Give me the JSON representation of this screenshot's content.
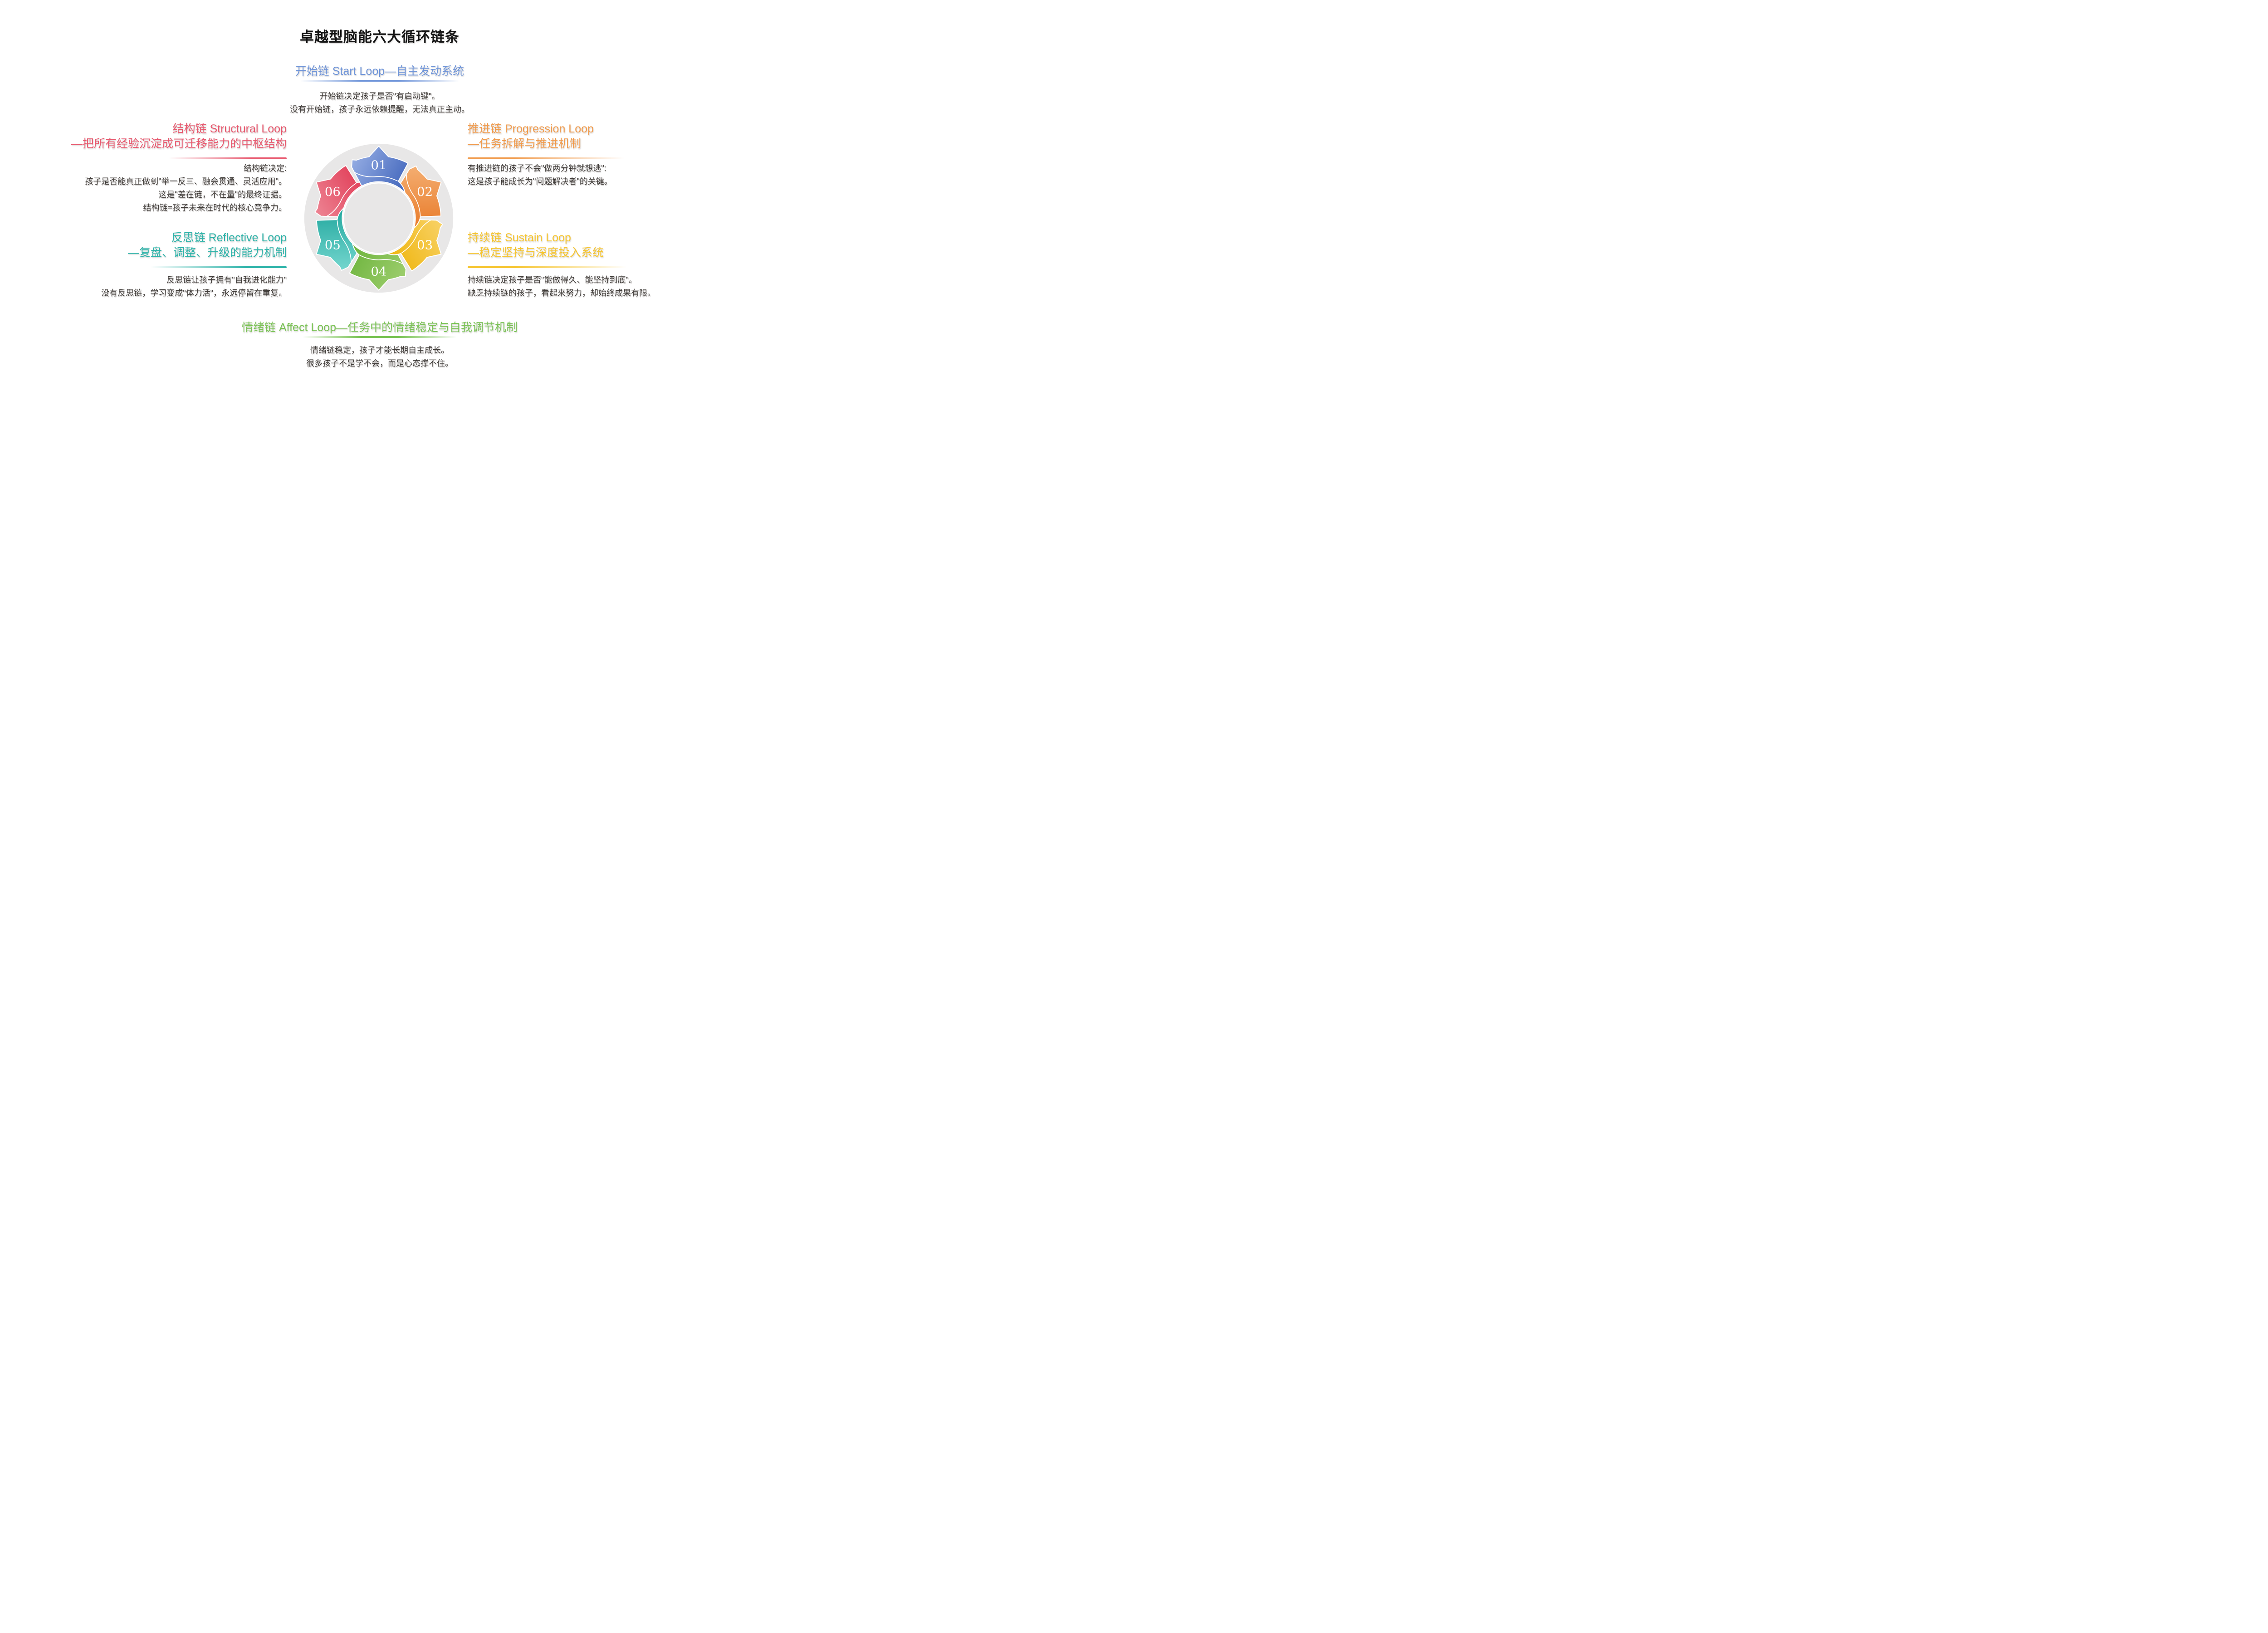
{
  "title": "卓越型脑能六大循环链条",
  "sections": {
    "start": {
      "heading": "开始链 Start Loop—自主发动系统",
      "color": "#6e94d9",
      "underline_width": 350,
      "lines": [
        "开始链决定孩子是否\"有启动键\"。",
        "没有开始链，孩子永远依赖提醒，无法真正主动。"
      ]
    },
    "structural": {
      "heading_line1": "结构链 Structural Loop",
      "heading_line2": "—把所有经验沉淀成可迁移能力的中枢结构",
      "color": "#e8596f",
      "underline_width": 260,
      "lines": [
        "结构链决定:",
        "孩子是否能真正做到\"举一反三、融会贯通、灵活应用\"。",
        "这是\"差在链，不在量\"的最终证据。",
        "结构链=孩子未来在时代的核心竞争力。"
      ]
    },
    "progression": {
      "heading_line1": "推进链 Progression Loop",
      "heading_line2": "—任务拆解与推进机制",
      "color": "#f19b4c",
      "underline_width": 345,
      "lines": [
        "有推进链的孩子不会\"做两分钟就想逃\":",
        "这是孩子能成长为\"问题解决者\"的关键。"
      ]
    },
    "reflective": {
      "heading_line1": "反思链 Reflective Loop",
      "heading_line2": "—复盘、调整、升级的能力机制",
      "color": "#2db3a9",
      "underline_width": 300,
      "lines": [
        "反思链让孩子拥有\"自我进化能力\"",
        "没有反思链，学习变成\"体力活\"，永远停留在重复。"
      ]
    },
    "sustain": {
      "heading_line1": "持续链 Sustain Loop",
      "heading_line2": "—稳定坚持与深度投入系统",
      "color": "#f6c530",
      "underline_width": 350,
      "lines": [
        "持续链决定孩子是否\"能做得久、能坚持到底\"。",
        "缺乏持续链的孩子，看起来努力，却始终成果有限。"
      ]
    },
    "affect": {
      "heading": "情绪链 Affect Loop—任务中的情绪稳定与自我调节机制",
      "color": "#7ac355",
      "underline_width": 340,
      "lines": [
        "情绪链稳定，孩子才能长期自主成长。",
        "很多孩子不是学不会，而是心态撑不住。"
      ]
    }
  },
  "wheel": {
    "ring_color": "#e8e7e7",
    "segments": [
      {
        "number": "01",
        "light": "#93abe2",
        "dark": "#4468bd"
      },
      {
        "number": "02",
        "light": "#f4ae71",
        "dark": "#e97e2e"
      },
      {
        "number": "03",
        "light": "#f8d164",
        "dark": "#efb714"
      },
      {
        "number": "04",
        "light": "#9ccd6c",
        "dark": "#6fb53f"
      },
      {
        "number": "05",
        "light": "#74d6ce",
        "dark": "#27aaa1"
      },
      {
        "number": "06",
        "light": "#ed8392",
        "dark": "#e13e58"
      }
    ]
  }
}
